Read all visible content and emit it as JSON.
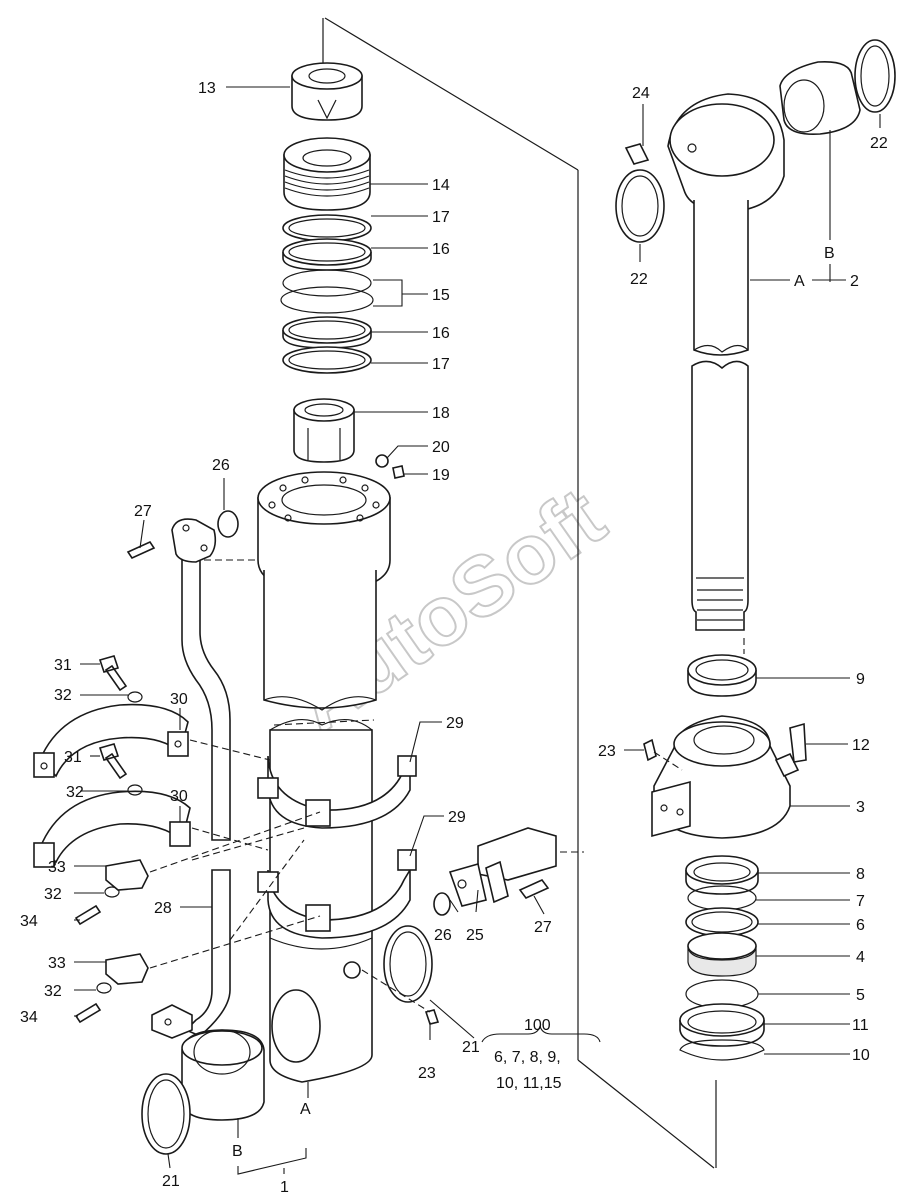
{
  "watermark": "AutoSoft",
  "callouts": [
    {
      "id": "c13a",
      "text": "13"
    },
    {
      "id": "c14",
      "text": "14"
    },
    {
      "id": "c17a",
      "text": "17"
    },
    {
      "id": "c16a",
      "text": "16"
    },
    {
      "id": "c15a",
      "text": "15"
    },
    {
      "id": "c16b",
      "text": "16"
    },
    {
      "id": "c17b",
      "text": "17"
    },
    {
      "id": "c18",
      "text": "18"
    },
    {
      "id": "c20",
      "text": "20"
    },
    {
      "id": "c19",
      "text": "19"
    },
    {
      "id": "c26a",
      "text": "26"
    },
    {
      "id": "c27a",
      "text": "27"
    },
    {
      "id": "c31a",
      "text": "31"
    },
    {
      "id": "c32a",
      "text": "32"
    },
    {
      "id": "c30a",
      "text": "30"
    },
    {
      "id": "c29a",
      "text": "29"
    },
    {
      "id": "c31b",
      "text": "31"
    },
    {
      "id": "c32b",
      "text": "32"
    },
    {
      "id": "c30b",
      "text": "30"
    },
    {
      "id": "c29b",
      "text": "29"
    },
    {
      "id": "c33a",
      "text": "33"
    },
    {
      "id": "c32c",
      "text": "32"
    },
    {
      "id": "c34a",
      "text": "34"
    },
    {
      "id": "c28",
      "text": "28"
    },
    {
      "id": "c26b",
      "text": "26"
    },
    {
      "id": "c25",
      "text": "25"
    },
    {
      "id": "c27b",
      "text": "27"
    },
    {
      "id": "c33b",
      "text": "33"
    },
    {
      "id": "c32d",
      "text": "32"
    },
    {
      "id": "c34b",
      "text": "34"
    },
    {
      "id": "c21a",
      "text": "21"
    },
    {
      "id": "c23a",
      "text": "23"
    },
    {
      "id": "c21b",
      "text": "21"
    },
    {
      "id": "cA1",
      "text": "A"
    },
    {
      "id": "cB1",
      "text": "B"
    },
    {
      "id": "c1",
      "text": "1"
    },
    {
      "id": "c24",
      "text": "24"
    },
    {
      "id": "c22a",
      "text": "22"
    },
    {
      "id": "c22b",
      "text": "22"
    },
    {
      "id": "cB2",
      "text": "B"
    },
    {
      "id": "cA2",
      "text": "A"
    },
    {
      "id": "c2",
      "text": "2"
    },
    {
      "id": "c9",
      "text": "9"
    },
    {
      "id": "c23b",
      "text": "23"
    },
    {
      "id": "c12",
      "text": "12"
    },
    {
      "id": "c3",
      "text": "3"
    },
    {
      "id": "c8",
      "text": "8"
    },
    {
      "id": "c7",
      "text": "7"
    },
    {
      "id": "c6",
      "text": "6"
    },
    {
      "id": "c4",
      "text": "4"
    },
    {
      "id": "c5",
      "text": "5"
    },
    {
      "id": "c11",
      "text": "11"
    },
    {
      "id": "c10",
      "text": "10"
    }
  ],
  "kit": {
    "number": "100",
    "line1": "6, 7, 8, 9,",
    "line2": "10, 11,15"
  }
}
